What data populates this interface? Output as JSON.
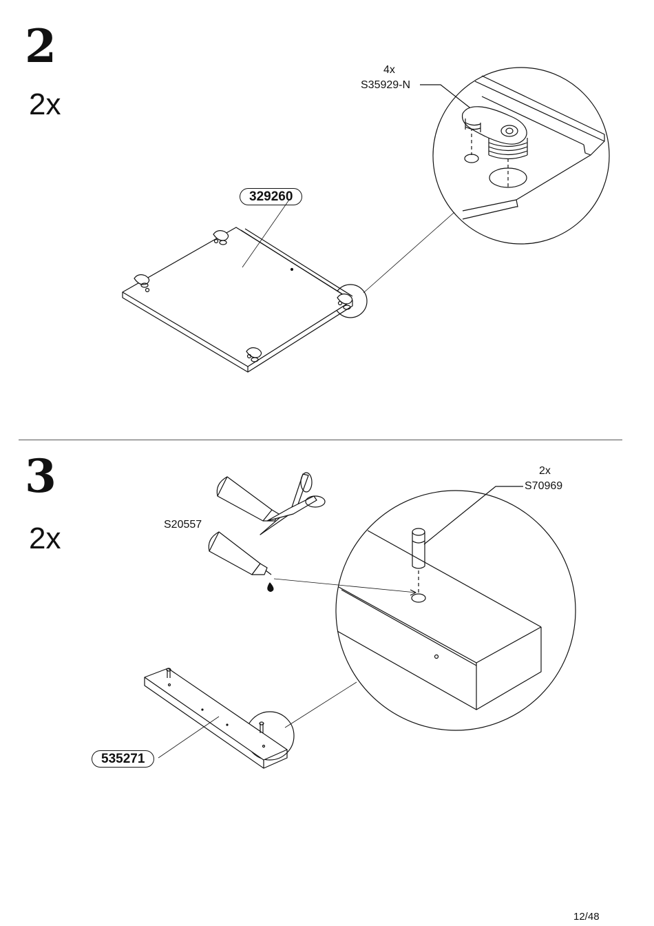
{
  "steps": [
    {
      "number": "2",
      "quantity": "2x",
      "fitting": {
        "count": "4x",
        "code": "S35929-N"
      },
      "part_code": "329260"
    },
    {
      "number": "3",
      "quantity": "2x",
      "glue_code": "S20557",
      "dowel": {
        "count": "2x",
        "code": "S70969"
      },
      "part_code": "535271"
    }
  ],
  "footer": {
    "page": "12/48"
  }
}
